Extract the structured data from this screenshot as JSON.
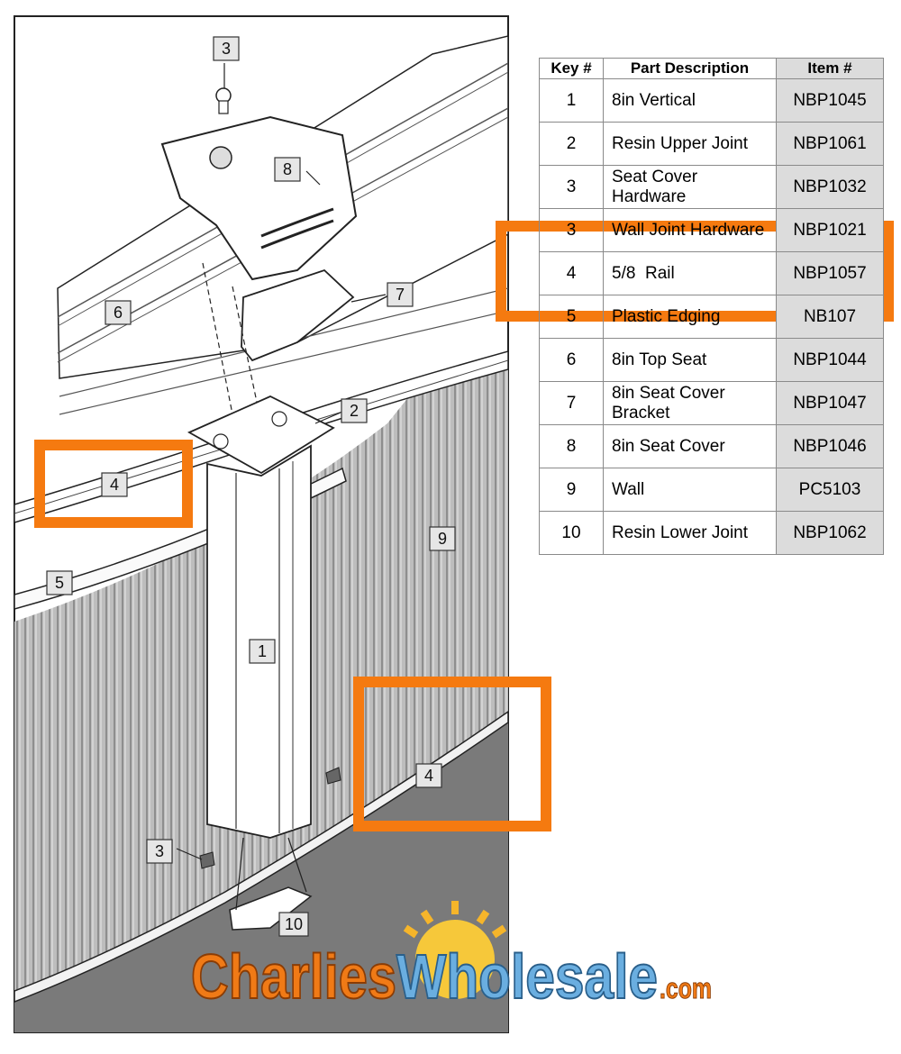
{
  "table": {
    "headers": {
      "key": "Key #",
      "description": "Part Description",
      "item": "Item #"
    },
    "rows": [
      {
        "key": "1",
        "description": "8in Vertical",
        "item": "NBP1045"
      },
      {
        "key": "2",
        "description": "Resin Upper Joint",
        "item": "NBP1061"
      },
      {
        "key": "3",
        "description": "Seat Cover Hardware",
        "item": "NBP1032"
      },
      {
        "key": "3",
        "description": "Wall Joint Hardware",
        "item": "NBP1021"
      },
      {
        "key": "4",
        "description": "5/8  Rail",
        "item": "NBP1057"
      },
      {
        "key": "5",
        "description": "Plastic Edging",
        "item": "NB107"
      },
      {
        "key": "6",
        "description": "8in Top Seat",
        "item": "NBP1044"
      },
      {
        "key": "7",
        "description": "8in Seat Cover Bracket",
        "item": "NBP1047"
      },
      {
        "key": "8",
        "description": "8in Seat Cover",
        "item": "NBP1046"
      },
      {
        "key": "9",
        "description": "Wall",
        "item": "PC5103"
      },
      {
        "key": "10",
        "description": "Resin Lower Joint",
        "item": "NBP1062"
      }
    ]
  },
  "callouts": {
    "c3_top": "3",
    "c8": "8",
    "c6": "6",
    "c7": "7",
    "c2": "2",
    "c4_left": "4",
    "c9": "9",
    "c5": "5",
    "c1": "1",
    "c4_right": "4",
    "c3_bottom": "3",
    "c10": "10"
  },
  "logo": {
    "part1": "Charlies",
    "part2": "Wholesale",
    "part3": ".com"
  },
  "colors": {
    "highlight": "#f57a10",
    "logo_orange": "#f07a16",
    "logo_blue": "#6aaee0",
    "wall_gray": "#bdbdbd",
    "liner_gray": "#7a7a7a"
  }
}
